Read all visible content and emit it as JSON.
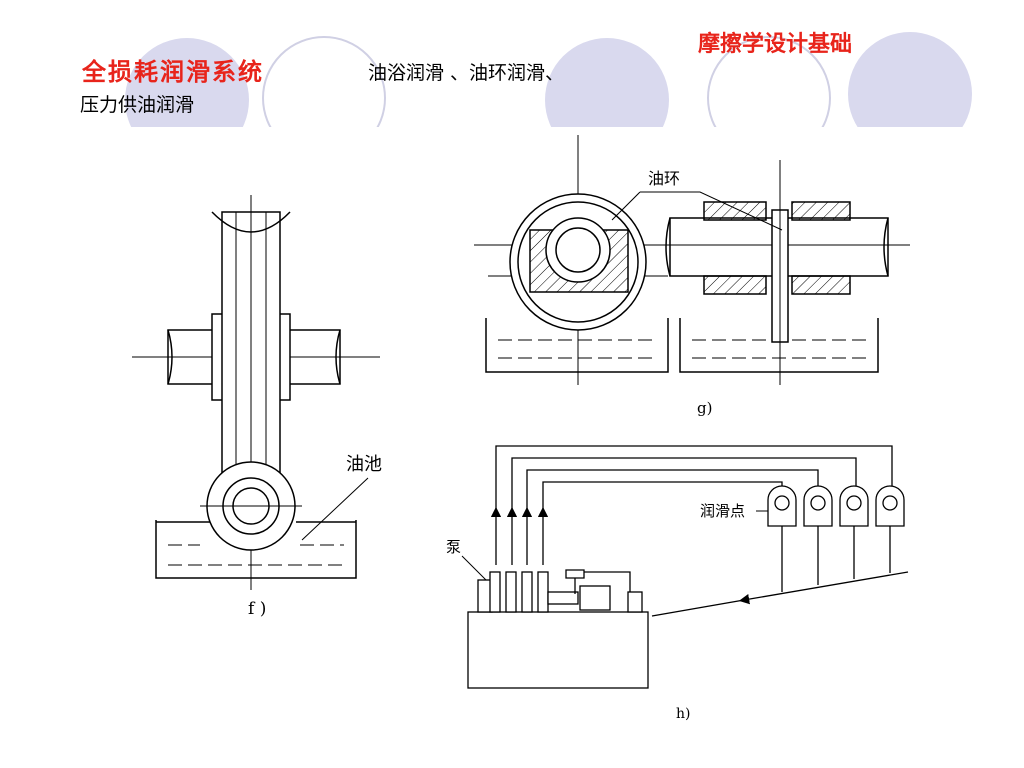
{
  "header": {
    "course_title": "摩擦学设计基础",
    "heading": "全损耗润滑系统",
    "subtitle_line1": "油浴润滑 、油环润滑、",
    "subtitle_line2": "压力供油润滑"
  },
  "figure_f": {
    "oil_pool_label": "油池",
    "caption": "f )"
  },
  "figure_g": {
    "oil_ring_label": "油环",
    "caption": "g)"
  },
  "figure_h": {
    "pump_label": "泵",
    "lubrication_points_label": "润滑点",
    "caption": "h)"
  },
  "colors": {
    "accent_red": "#e8241b",
    "decor_circle": "#d9d9ee",
    "line": "#000000"
  }
}
